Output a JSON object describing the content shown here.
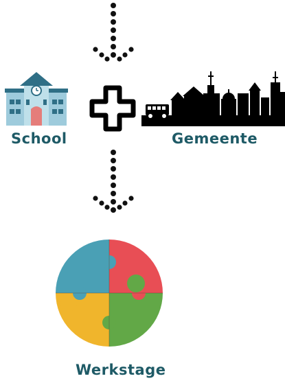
{
  "labels": {
    "school": "School",
    "gemeente": "Gemeente",
    "werkstage": "Werkstage"
  },
  "colors": {
    "label_text": "#1e5a66",
    "arrow_dots": "#111111",
    "puzzle_blue": "#4aa0b5",
    "puzzle_red": "#e84e55",
    "puzzle_yellow": "#f0b52c",
    "puzzle_green": "#62a847",
    "school_roof": "#2f6f86",
    "school_wall": "#9ecbdc",
    "school_door": "#e57d7a"
  },
  "icons": {
    "arrow_top": "dotted-down-arrow-icon",
    "arrow_middle": "dotted-down-arrow-icon",
    "plus": "plus-icon",
    "school": "school-building-icon",
    "gemeente": "city-skyline-icon",
    "werkstage": "puzzle-circle-icon"
  }
}
